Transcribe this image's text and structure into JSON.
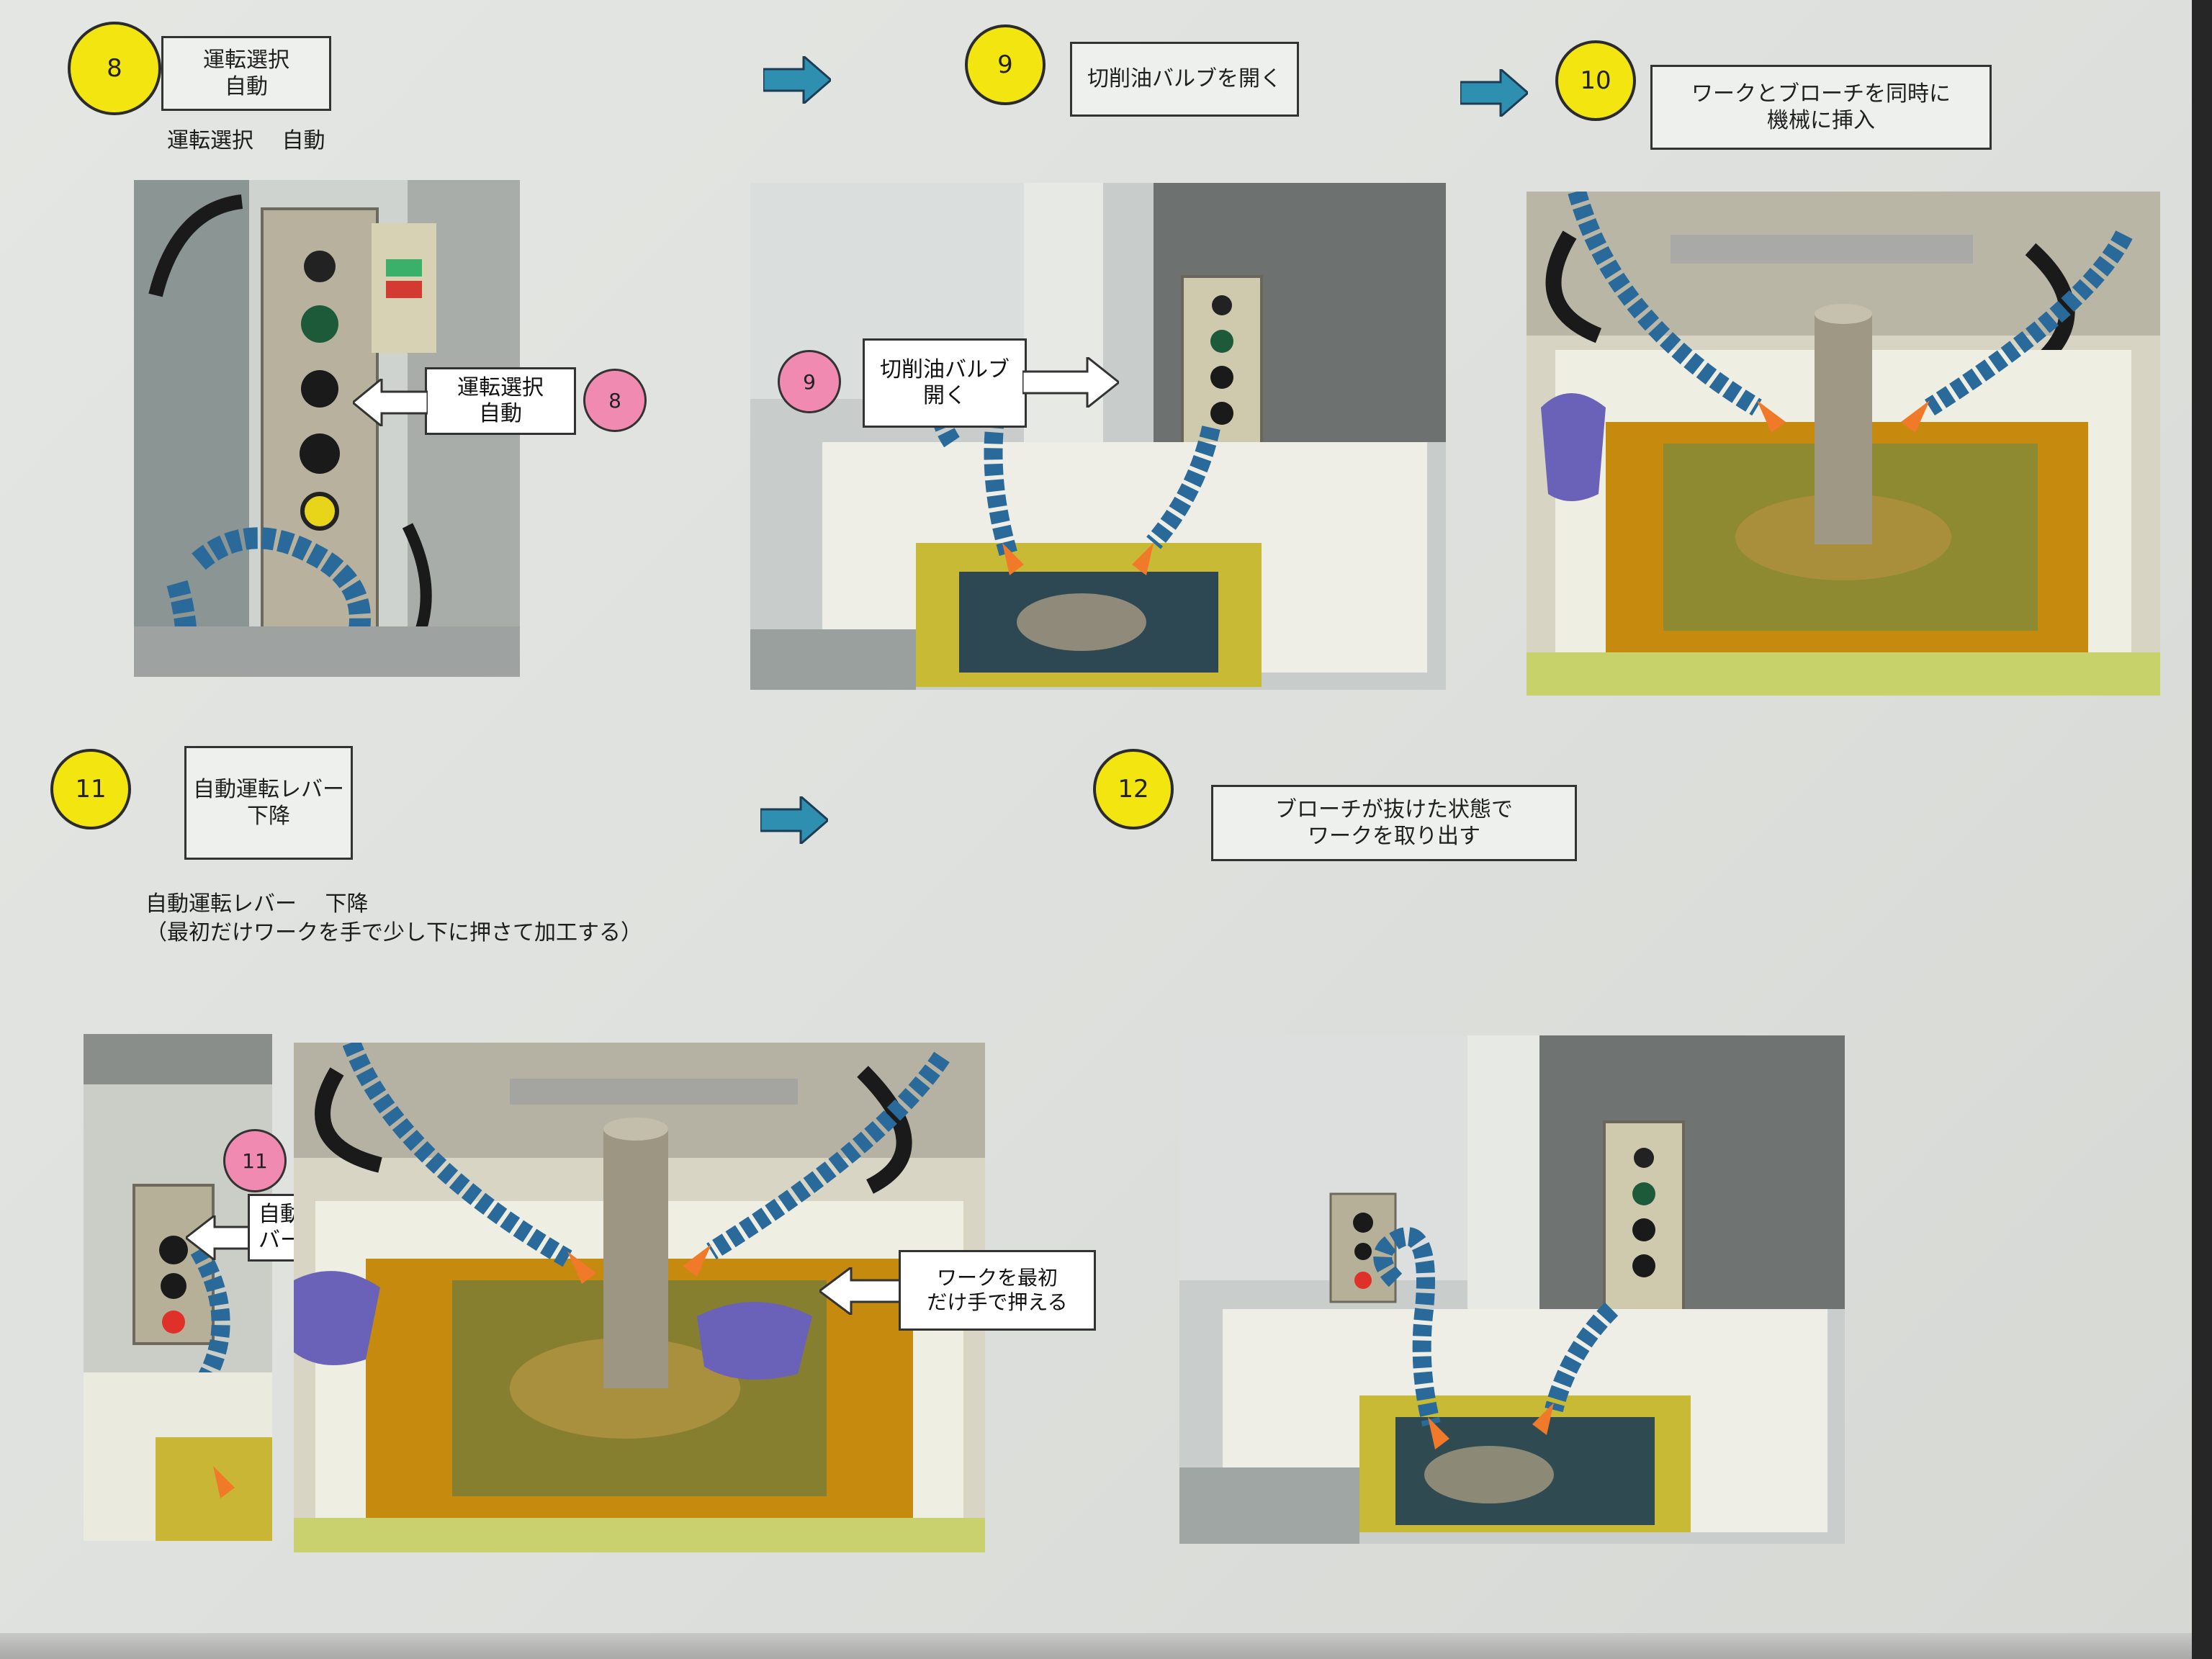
{
  "steps": {
    "s8": {
      "number": "8",
      "title_line1": "運転選択",
      "title_line2": "自動",
      "caption": "運転選択　 自動"
    },
    "s9": {
      "number": "9",
      "title": "切削油バルブを開く"
    },
    "s10": {
      "number": "10",
      "title_line1": "ワークとブローチを同時に",
      "title_line2": "機械に挿入"
    },
    "s11": {
      "number": "11",
      "title_line1": "自動運転レバー",
      "title_line2": "下降",
      "caption_line1": "自動運転レバー　 下降",
      "caption_line2": "（最初だけワークを手で少し下に押さて加工する）"
    },
    "s12": {
      "number": "12",
      "title_line1": "ブローチが抜けた状態で",
      "title_line2": "ワークを取り出す"
    }
  },
  "photo_callouts": {
    "p8": {
      "badge": "8",
      "line1": "運転選択",
      "line2": "自動"
    },
    "p9": {
      "badge": "9",
      "line1": "切削油バルブ",
      "line2": "開く"
    },
    "p11": {
      "badge": "11",
      "line1": "自動運転レ",
      "line2": "バー　下降"
    },
    "p11b": {
      "line1": "ワークを最初",
      "line2": "だけ手で押える"
    }
  },
  "colors": {
    "step_circle": "#f2e510",
    "photo_badge": "#f08ab0",
    "flow_arrow": "#2e8fb0",
    "hose_blue": "#2a6a9a",
    "nozzle_orange": "#f07a2a",
    "oil_tray": "#b8850a"
  }
}
